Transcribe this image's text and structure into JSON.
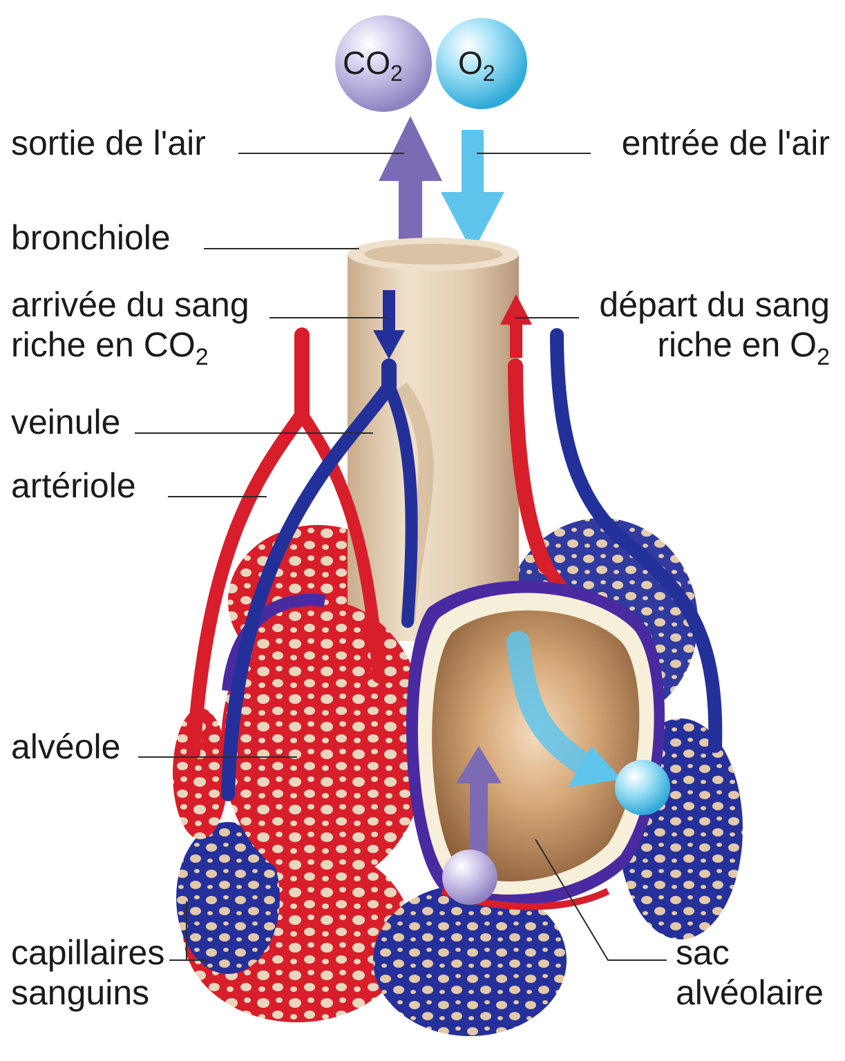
{
  "molecules": {
    "co2": {
      "base": "CO",
      "sub": "2",
      "color": "#a99ed1"
    },
    "o2": {
      "base": "O",
      "sub": "2",
      "color": "#62c8ec"
    }
  },
  "labels": {
    "sortie": "sortie de l'air",
    "entree": "entrée de l'air",
    "bronchiole": "bronchiole",
    "arrivee_line1": "arrivée du sang",
    "arrivee_line2_base": "riche en CO",
    "arrivee_line2_sub": "2",
    "depart_line1": "départ du sang",
    "depart_line2_base": "riche en O",
    "depart_line2_sub": "2",
    "veinule": "veinule",
    "arteriole": "artériole",
    "alveole": "alvéole",
    "capillaires_line1": "capillaires",
    "capillaires_line2": "sanguins",
    "sac_line1": "sac",
    "sac_line2": "alvéolaire"
  },
  "colors": {
    "co2_arrow": "#7b6bb5",
    "o2_arrow": "#5fc4ec",
    "artery_red": "#d81e2a",
    "vein_blue": "#24309a",
    "bronchiole": "#e5cfb4",
    "sac_interior": "#c99a6b"
  }
}
